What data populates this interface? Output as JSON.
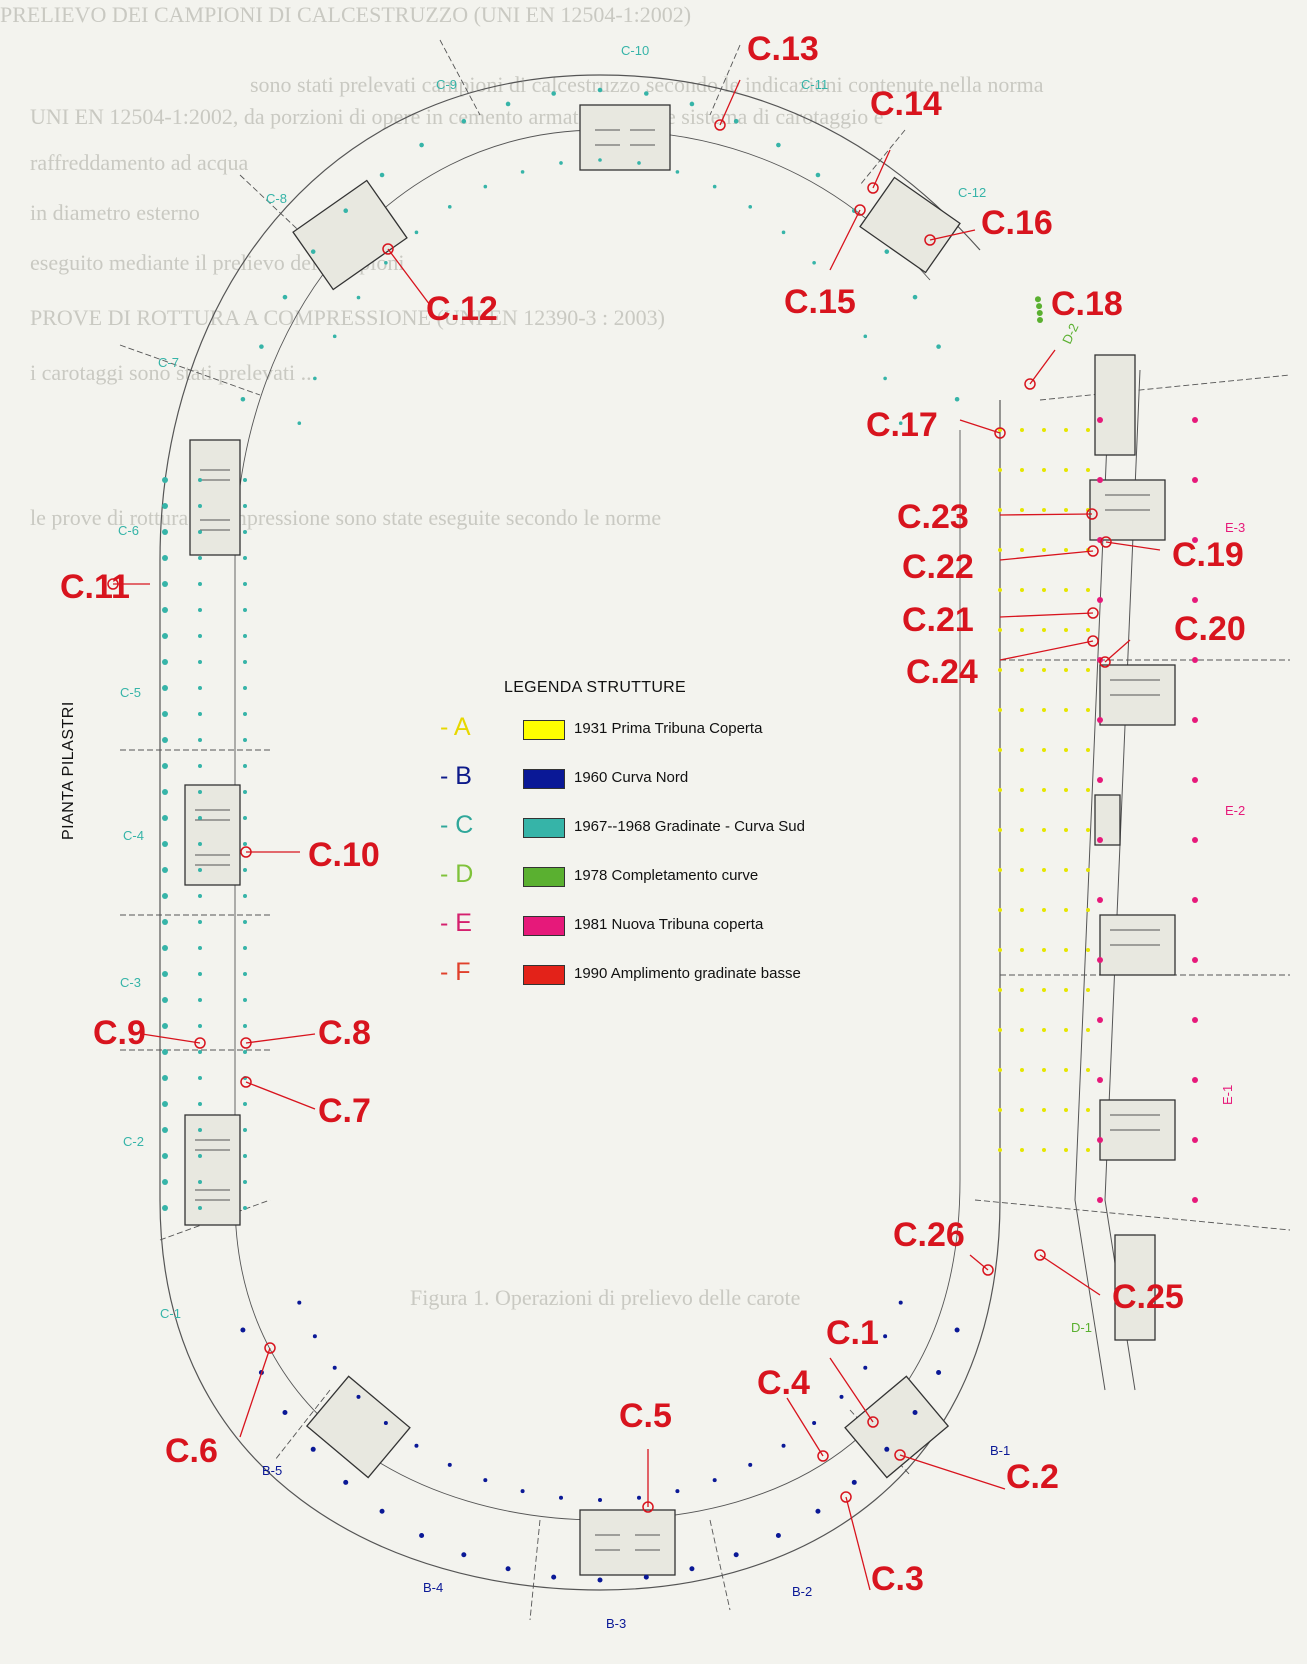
{
  "background_text": [
    "PRELIEVO DEI CAMPIONI DI CALCESTRUZZO (UNI EN 12504-1:2002)",
    "sono stati prelevati campioni di calcestruzzo secondo le indicazioni contenute nella norma",
    "UNI EN 12504-1:2002, da porzioni di opere in cemento armato mediante sistema di carotaggio e",
    "raffreddamento ad acqua",
    "in diametro esterno",
    "eseguito mediante il prelievo dei campioni",
    "PROVE DI ROTTURA A COMPRESSIONE (UNI EN 12390-3 : 2003)",
    "i carotaggi sono stati prelevati ...",
    "le prove di rottura a compressione sono state eseguite secondo le norme",
    "Figura 1. Operazioni di prelievo delle carote"
  ],
  "legend": {
    "title": "LEGENDA STRUTTURE",
    "items": [
      {
        "letter": "- A",
        "letter_color": "#e7d800",
        "swatch": "#ffff00",
        "label": "1931  Prima Tribuna Coperta"
      },
      {
        "letter": "- B",
        "letter_color": "#0d1a8a",
        "swatch": "#0a1896",
        "label": "1960  Curva Nord"
      },
      {
        "letter": "- C",
        "letter_color": "#2fa79a",
        "swatch": "#36b4a8",
        "label": "1967--1968 Gradinate - Curva Sud"
      },
      {
        "letter": "- D",
        "letter_color": "#7fc23a",
        "swatch": "#5ab030",
        "label": "1978 Completamento curve"
      },
      {
        "letter": "- E",
        "letter_color": "#d4206e",
        "swatch": "#e6197a",
        "label": "1981 Nuova Tribuna coperta"
      },
      {
        "letter": "- F",
        "letter_color": "#e0402b",
        "swatch": "#e32219",
        "label": "1990 Amplimento gradinate basse"
      }
    ]
  },
  "side_title": "PIANTA PILASTRI",
  "sector_labels": {
    "C-1": "C-1",
    "C-2": "C-2",
    "C-3": "C-3",
    "C-4": "C-4",
    "C-5": "C-5",
    "C-6": "C-6",
    "C-7": "C-7",
    "C-8": "C-8",
    "C-9": "C-9",
    "C-10": "C-10",
    "C-11": "C-11",
    "C-12": "C-12",
    "D-1": "D-1",
    "D-2": "D-2",
    "E-1": "E-1",
    "E-2": "E-2",
    "E-3": "E-3",
    "B-1": "B-1",
    "B-2": "B-2",
    "B-3": "B-3",
    "B-4": "B-4",
    "B-5": "B-5"
  },
  "cores": [
    "C.1",
    "C.2",
    "C.3",
    "C.4",
    "C.5",
    "C.6",
    "C.7",
    "C.8",
    "C.9",
    "C.10",
    "C.11",
    "C.12",
    "C.13",
    "C.14",
    "C.15",
    "C.16",
    "C.17",
    "C.18",
    "C.19",
    "C.20",
    "C.21",
    "C.22",
    "C.23",
    "C.24",
    "C.25",
    "C.26"
  ],
  "colors": {
    "callout": "#d8141e",
    "outline": "#555555",
    "struct_C": "#36b4a8",
    "struct_B": "#0a1896",
    "struct_D": "#5ab030",
    "struct_E": "#e6197a",
    "struct_A": "#e6e600"
  }
}
